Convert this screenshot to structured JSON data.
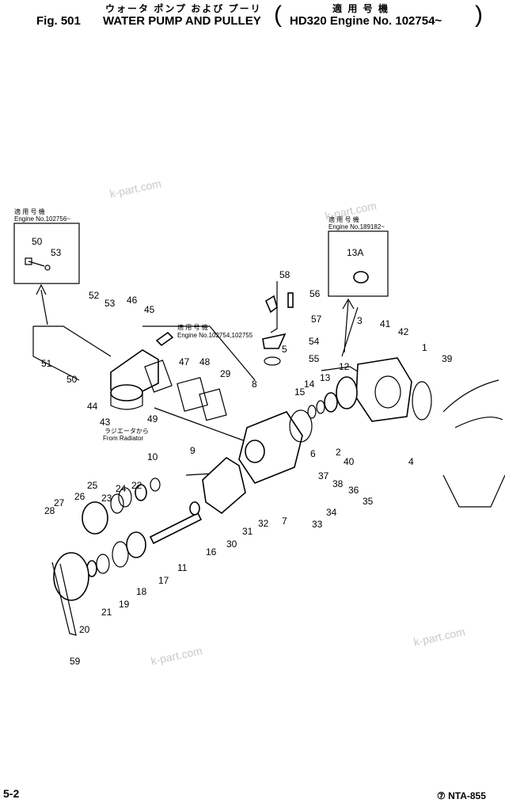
{
  "header": {
    "fig_label": "Fig. 501",
    "title_jp": "ウォータ ポンプ および プーリ",
    "title_en": "WATER PUMP AND PULLEY",
    "applicable_jp": "適 用 号 機",
    "applicable_en": "HD320 Engine No. 102754~"
  },
  "insets": [
    {
      "heading_jp": "適 用 号 機",
      "heading_en": "Engine No.102756~",
      "parts": [
        "50",
        "53"
      ]
    },
    {
      "heading_jp": "適 用 号 機",
      "heading_en": "Engine No.189182~",
      "parts": [
        "13A"
      ]
    },
    {
      "heading_jp": "適 用 号 機",
      "heading_en": "Engine No.102754,102755"
    }
  ],
  "annotations": {
    "from_radiator_jp": "ラジエータから",
    "from_radiator_en": "From Radiator"
  },
  "part_numbers": [
    "1",
    "2",
    "3",
    "4",
    "5",
    "6",
    "7",
    "8",
    "9",
    "10",
    "11",
    "12",
    "13",
    "14",
    "15",
    "16",
    "17",
    "18",
    "19",
    "20",
    "21",
    "22",
    "23",
    "24",
    "25",
    "26",
    "27",
    "28",
    "29",
    "30",
    "31",
    "32",
    "33",
    "34",
    "35",
    "36",
    "37",
    "38",
    "39",
    "40",
    "41",
    "42",
    "43",
    "44",
    "45",
    "46",
    "47",
    "48",
    "49",
    "50",
    "51",
    "52",
    "53",
    "54",
    "55",
    "56",
    "57",
    "58",
    "59"
  ],
  "footer": {
    "page": "5-2",
    "code": "⑦ NTA-855"
  },
  "watermark": "k-part.com"
}
